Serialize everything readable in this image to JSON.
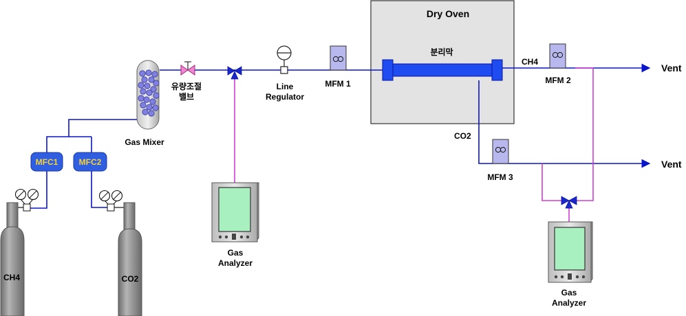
{
  "labels": {
    "dry_oven": "Dry Oven",
    "membrane": "분리막",
    "ch4_stream": "CH4",
    "co2_stream": "CO2",
    "vent_top": "Vent",
    "vent_bottom": "Vent",
    "mfm1": "MFM 1",
    "mfm2": "MFM 2",
    "mfm3": "MFM 3",
    "line_regulator": [
      "Line",
      "Regulator"
    ],
    "flow_valve": [
      "유량조절",
      "밸브"
    ],
    "gas_mixer": "Gas Mixer",
    "mfc1": "MFC1",
    "mfc2": "MFC2",
    "cyl_ch4": "CH4",
    "cyl_co2": "CO2",
    "analyzer_left": [
      "Gas",
      "Analyzer"
    ],
    "analyzer_right": [
      "Gas",
      "Analyzer"
    ]
  },
  "colors": {
    "gas_line": "#0a14c8",
    "sample_line": "#d23cd2",
    "membrane": "#1e4cf0",
    "oven_fill": "#e3e3e3",
    "cylinder": "#8c8c8c",
    "mfc": "#2f5fe0",
    "meter_fill": "#b8b8ee",
    "analyzer_screen": "#a8f0c0"
  }
}
